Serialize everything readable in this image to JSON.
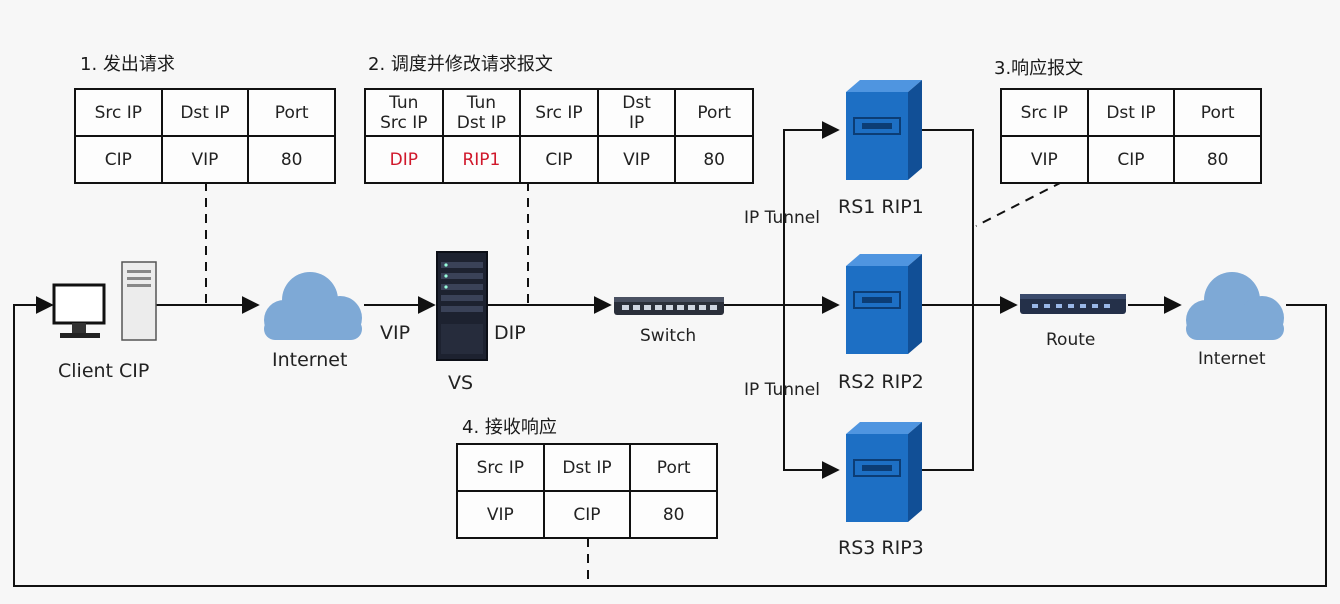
{
  "steps": {
    "s1": "1. 发出请求",
    "s2": "2. 调度并修改请求报文",
    "s3": "3.响应报文",
    "s4": "4. 接收响应"
  },
  "tables": {
    "t1": {
      "headers": [
        "Src IP",
        "Dst IP",
        "Port"
      ],
      "values": [
        "CIP",
        "VIP",
        "80"
      ]
    },
    "t2": {
      "headers": [
        "Tun Src IP",
        "Tun Dst IP",
        "Src IP",
        "Dst IP",
        "Port"
      ],
      "values": [
        "DIP",
        "RIP1",
        "CIP",
        "VIP",
        "80"
      ]
    },
    "t3": {
      "headers": [
        "Src IP",
        "Dst IP",
        "Port"
      ],
      "values": [
        "VIP",
        "CIP",
        "80"
      ]
    },
    "t4": {
      "headers": [
        "Src IP",
        "Dst IP",
        "Port"
      ],
      "values": [
        "VIP",
        "CIP",
        "80"
      ]
    }
  },
  "nodes": {
    "client": "Client CIP",
    "internet_left": "Internet",
    "vip": "VIP",
    "vs": "VS",
    "dip": "DIP",
    "switch": "Switch",
    "tunnel_top": "IP Tunnel",
    "tunnel_bottom": "IP Tunnel",
    "rs1": "RS1 RIP1",
    "rs2": "RS2 RIP2",
    "rs3": "RS3 RIP3",
    "route": "Route",
    "internet_right": "Internet"
  },
  "colors": {
    "server_blue": "#1d6fc4",
    "cloud_blue": "#7ea9d6",
    "highlight_red": "#d0182b",
    "line": "#111111"
  },
  "icons": {
    "client": "desktop-computer-icon",
    "cloud": "cloud-icon",
    "vs": "rack-server-icon",
    "switch": "network-switch-icon",
    "rs": "server-tower-icon",
    "route": "router-icon"
  }
}
